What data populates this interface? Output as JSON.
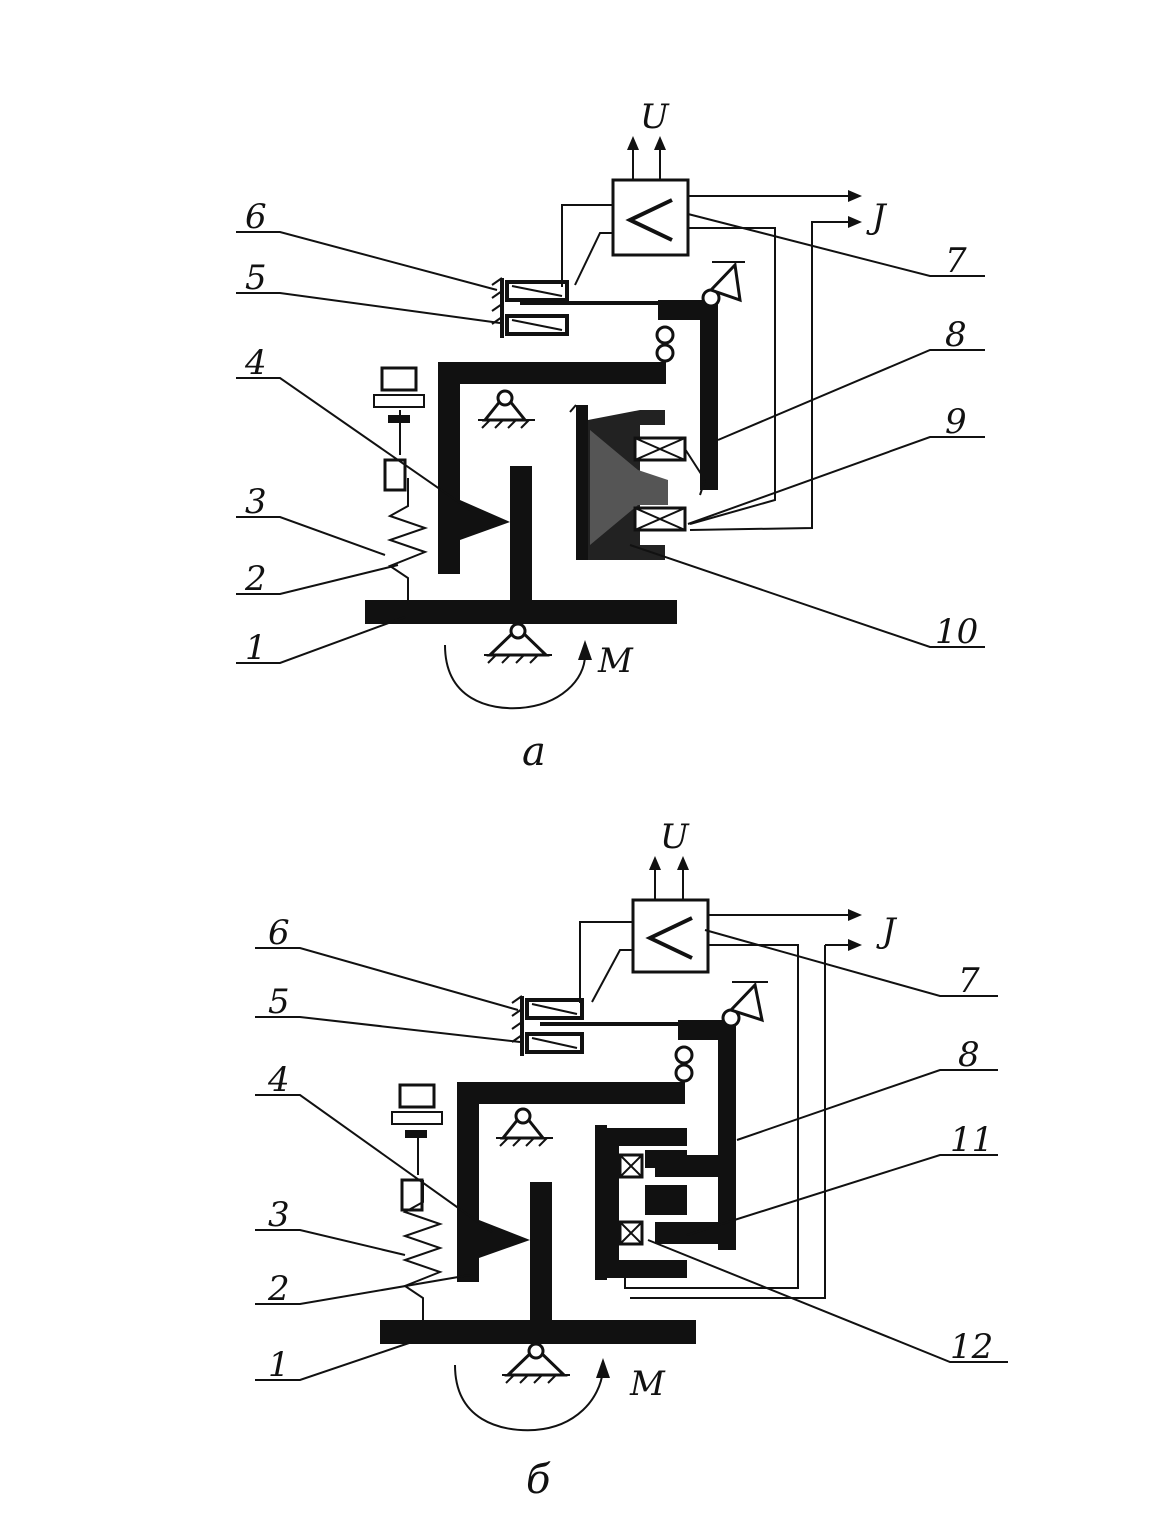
{
  "figure_a": {
    "caption": "а",
    "labels": {
      "n1": "1",
      "n2": "2",
      "n3": "3",
      "n4": "4",
      "n5": "5",
      "n6": "6",
      "n7": "7",
      "n8": "8",
      "n9": "9",
      "n10": "10"
    },
    "signal_u": "U",
    "signal_j": "J",
    "moment": "M"
  },
  "figure_b": {
    "caption": "б",
    "labels": {
      "n1": "1",
      "n2": "2",
      "n3": "3",
      "n4": "4",
      "n5": "5",
      "n6": "6",
      "n7": "7",
      "n8": "8",
      "n11": "11",
      "n12": "12"
    },
    "signal_u": "U",
    "signal_j": "J",
    "moment": "M"
  }
}
